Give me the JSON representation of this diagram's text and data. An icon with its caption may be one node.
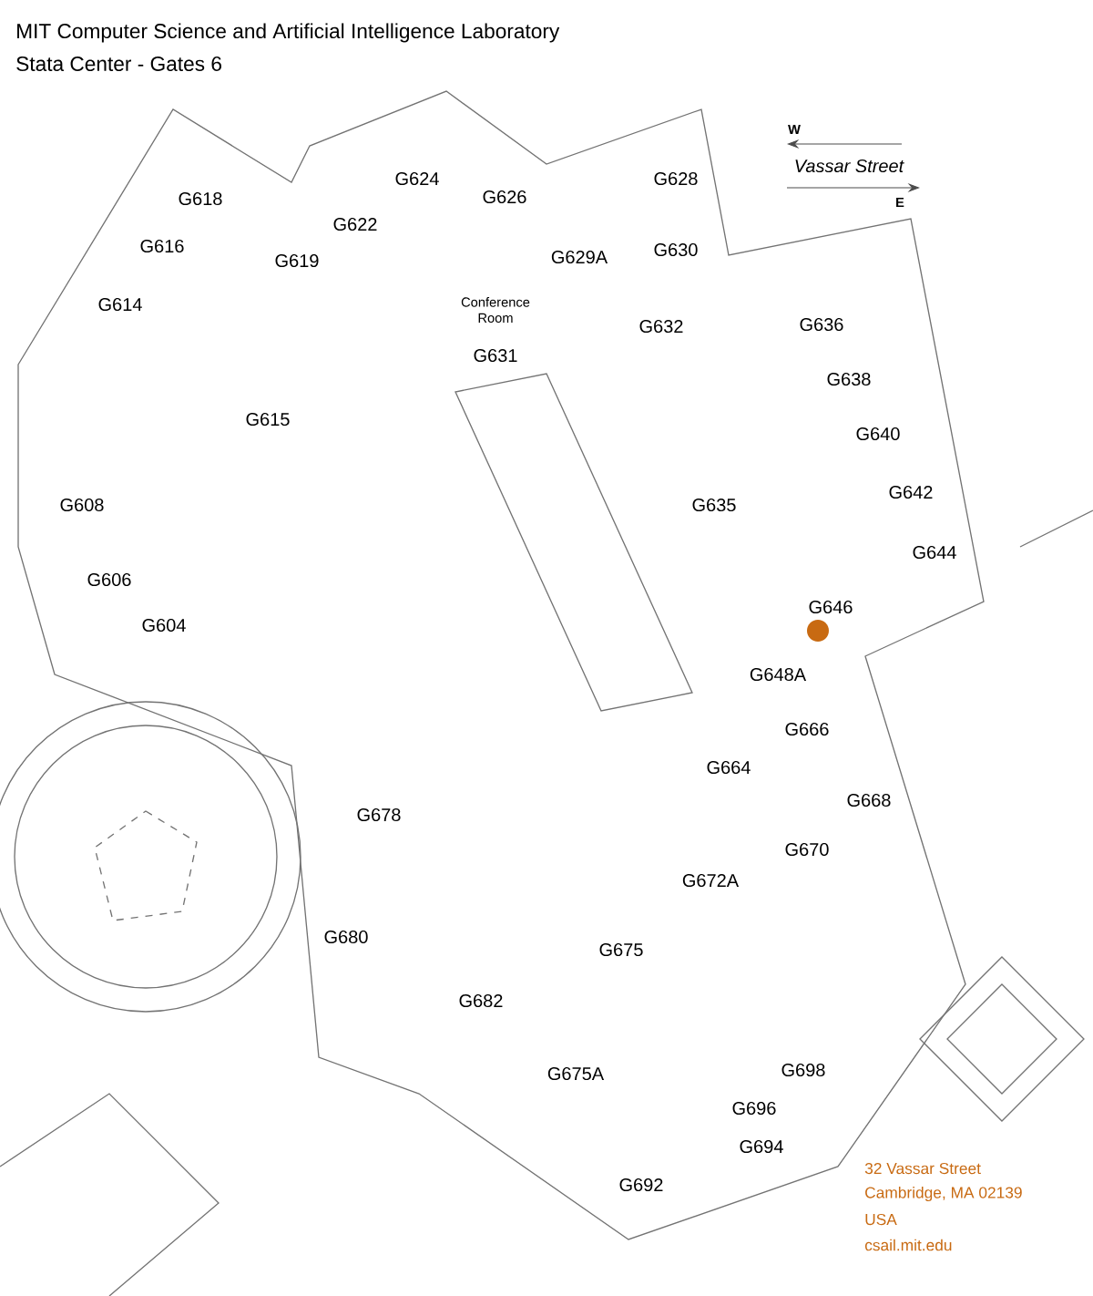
{
  "diagram": {
    "title": "MIT Computer Science and Artificial Intelligence Laboratory",
    "labels": [
      "Stata Center - Gates 6",
      "W",
      "Vassar Street",
      "E",
      "G624",
      "G626",
      "G628",
      "G618",
      "G616",
      "G622",
      "G619",
      "G629A",
      "G630",
      "G614",
      "G632",
      "G636",
      "Conference Room",
      "G631",
      "G638",
      "G615",
      "G640",
      "G635",
      "G642",
      "G608",
      "G644",
      "G606",
      "G646",
      "G604",
      "G648A",
      "G666",
      "G664",
      "G678",
      "G668",
      "G670",
      "G672A",
      "G680",
      "G675",
      "G682",
      "G675A",
      "G698",
      "G696",
      "G694",
      "G692",
      "32 Vassar Street",
      "Cambridge, MA 02139",
      "USA",
      "csail.mit.edu"
    ]
  }
}
